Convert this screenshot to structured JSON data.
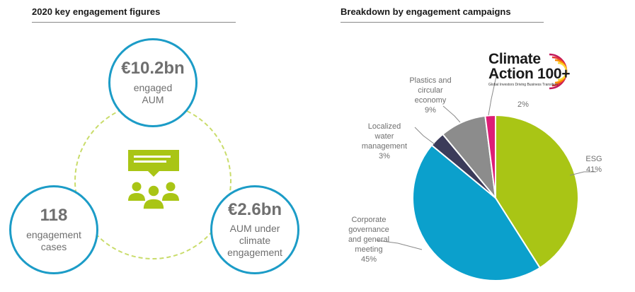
{
  "left": {
    "title": "2020 key engagement figures",
    "figures": [
      {
        "value": "€10.2bn",
        "caption": "engaged AUM"
      },
      {
        "value": "118",
        "caption": "engagement cases"
      },
      {
        "value": "€2.6bn",
        "caption": "AUM under climate engagement"
      }
    ],
    "icon": "meeting-speech-bubble-icon"
  },
  "right": {
    "title": "Breakdown by engagement campaigns",
    "logo": {
      "line1": "Climate",
      "line2": "Action 100+",
      "tagline": "Global Investors Driving Business Transition"
    }
  },
  "colors": {
    "accent_blue": "#1c9cc7",
    "accent_green": "#a9c515",
    "esg": "#a9c515",
    "corporate": "#0ba0cc",
    "water": "#3b3b5a",
    "plastics": "#8c8c8c",
    "climate": "#dd1e76"
  },
  "chart_data": {
    "type": "pie",
    "title": "Breakdown by engagement campaigns",
    "start": "12 o'clock, clockwise",
    "slices": [
      {
        "label": "ESG",
        "pct": "41%",
        "value": 41,
        "color": "#a9c515"
      },
      {
        "label": "Corporate governance and general meeting",
        "pct": "45%",
        "value": 45,
        "color": "#0ba0cc"
      },
      {
        "label": "Localized water management",
        "pct": "3%",
        "value": 3,
        "color": "#3b3b5a"
      },
      {
        "label": "Plastics and circular economy",
        "pct": "9%",
        "value": 9,
        "color": "#8c8c8c"
      },
      {
        "label": "Climate Action 100+",
        "pct": "2%",
        "value": 2,
        "color": "#dd1e76"
      }
    ]
  }
}
